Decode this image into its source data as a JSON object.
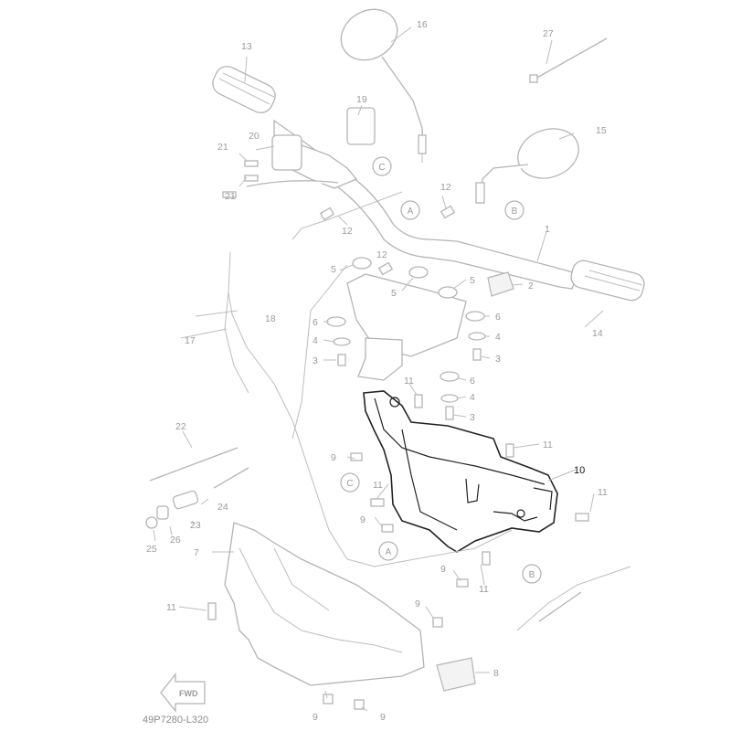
{
  "diagram_code": "49P7280-L320",
  "fwd_label": "FWD",
  "highlight_color": "#222222",
  "part_color": "#b4b4b4",
  "parts": {
    "p1": "1",
    "p2": "2",
    "p3a": "3",
    "p3b": "3",
    "p3c": "3",
    "p4a": "4",
    "p4b": "4",
    "p4c": "4",
    "p5a": "5",
    "p5b": "5",
    "p5c": "5",
    "p6a": "6",
    "p6b": "6",
    "p6c": "6",
    "p7": "7",
    "p8": "8",
    "p9a": "9",
    "p9b": "9",
    "p9c": "9",
    "p9d": "9",
    "p9e": "9",
    "p9f": "9",
    "p10": "10",
    "p11a": "11",
    "p11b": "11",
    "p11c": "11",
    "p11d": "11",
    "p11e": "11",
    "p11f": "11",
    "p12a": "12",
    "p12b": "12",
    "p12c": "12",
    "p13": "13",
    "p14": "14",
    "p15": "15",
    "p16": "16",
    "p17": "17",
    "p18": "18",
    "p19": "19",
    "p20": "20",
    "p21a": "21",
    "p21b": "21",
    "p22": "22",
    "p23": "23",
    "p24": "24",
    "p25": "25",
    "p26": "26",
    "p27": "27"
  },
  "refs": {
    "c_top": "C",
    "a_top": "A",
    "b_top": "B",
    "c_mid": "C",
    "a_bot": "A",
    "b_bot": "B"
  }
}
